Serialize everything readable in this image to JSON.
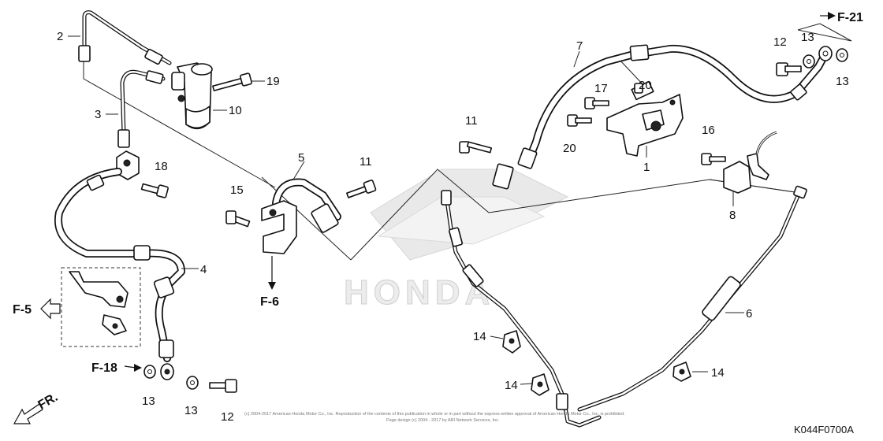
{
  "diagram": {
    "code": "K044F0700A",
    "watermark": "HONDA",
    "copyright_line1": "(c) 2004-2017 American Honda Motor Co., Inc. Reproduction of the contents of this publication in whole or in part without the express written approval of American Honda Motor Co., Inc. is prohibited.",
    "copyright_line2": "Page design (c) 2004 - 2017 by ARI Network Services, Inc."
  },
  "refs": {
    "f21": "F-21",
    "f6": "F-6",
    "f5": "F-5",
    "f18": "F-18",
    "fr": "FR."
  },
  "labels": {
    "p1": "1",
    "p2": "2",
    "p3": "3",
    "p4": "4",
    "p5": "5",
    "p6": "6",
    "p7": "7",
    "p8": "8",
    "p10": "10",
    "p11a": "11",
    "p11b": "11",
    "p12a": "12",
    "p12b": "12",
    "p13a": "13",
    "p13b": "13",
    "p13c": "13",
    "p13d": "13",
    "p14a": "14",
    "p14b": "14",
    "p14c": "14",
    "p15": "15",
    "p16": "16",
    "p17": "17",
    "p18": "18",
    "p19": "19",
    "p20a": "20",
    "p20b": "20"
  }
}
